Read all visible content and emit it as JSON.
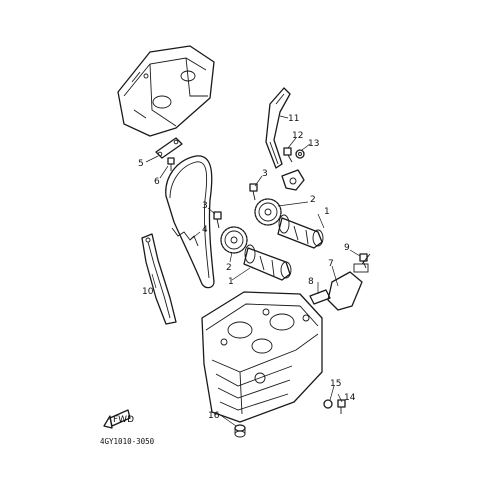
{
  "callouts": [
    {
      "id": "c1a",
      "text": "1"
    },
    {
      "id": "c1b",
      "text": "1"
    },
    {
      "id": "c2a",
      "text": "2"
    },
    {
      "id": "c2b",
      "text": "2"
    },
    {
      "id": "c3a",
      "text": "3"
    },
    {
      "id": "c3b",
      "text": "3"
    },
    {
      "id": "c4",
      "text": "4"
    },
    {
      "id": "c5",
      "text": "5"
    },
    {
      "id": "c6",
      "text": "6"
    },
    {
      "id": "c7",
      "text": "7"
    },
    {
      "id": "c8",
      "text": "8"
    },
    {
      "id": "c9",
      "text": "9"
    },
    {
      "id": "c10",
      "text": "10"
    },
    {
      "id": "c11",
      "text": "11"
    },
    {
      "id": "c12",
      "text": "12"
    },
    {
      "id": "c13",
      "text": "13"
    },
    {
      "id": "c14",
      "text": "14"
    },
    {
      "id": "c15",
      "text": "15"
    },
    {
      "id": "c16",
      "text": "16"
    }
  ],
  "diagram_code": "4GY1010-3050",
  "front_marker": "FWD"
}
